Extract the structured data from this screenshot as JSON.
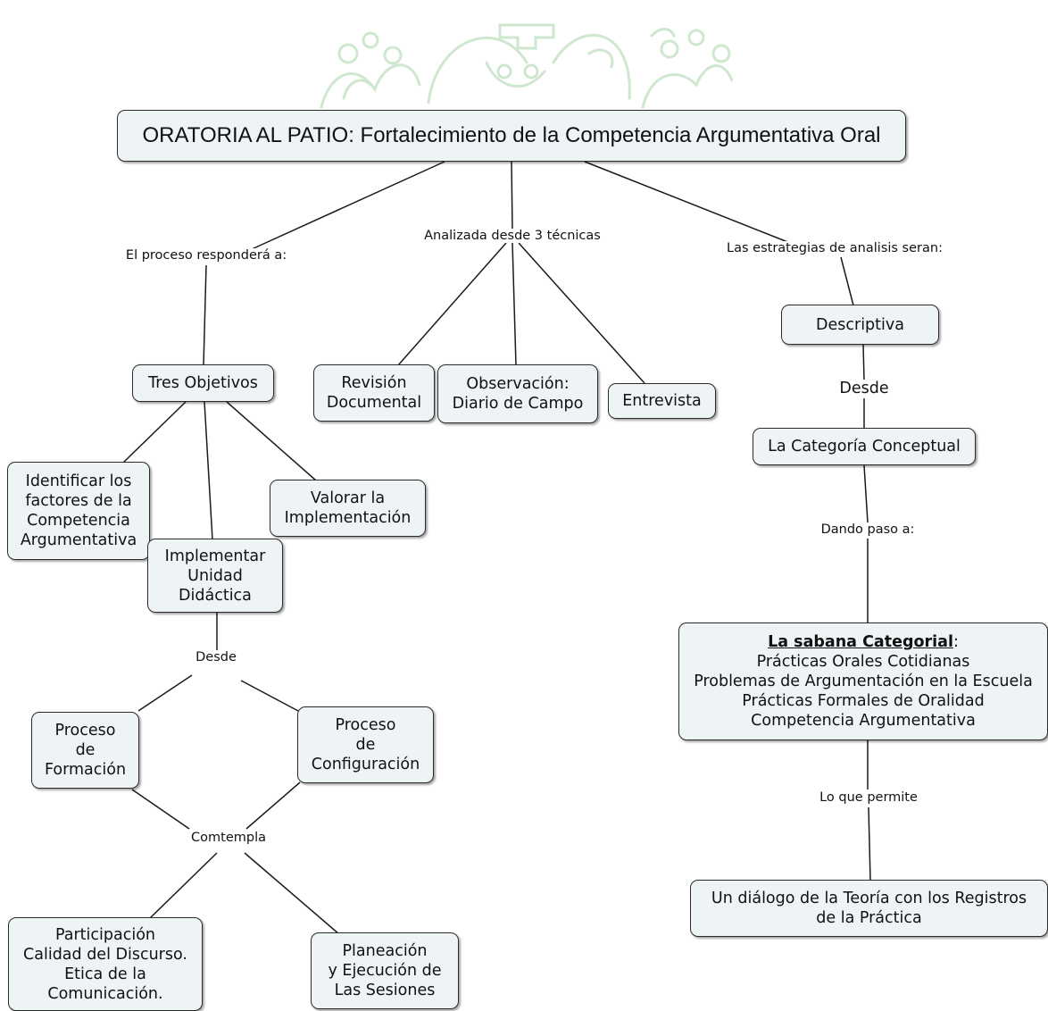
{
  "title": "ORATORIA AL PATIO: Fortalecimiento de la Competencia Argumentativa Oral",
  "links": {
    "proceso": "El proceso responderá a:",
    "analizada": "Analizada desde 3 técnicas",
    "estrategias": "Las estrategias de analisis seran:",
    "desde_right": "Desde",
    "dando_paso": "Dando paso a:",
    "lo_que_permite": "Lo que permite",
    "desde_left": "Desde",
    "comtempla": "Comtempla"
  },
  "nodes": {
    "tres_objetivos": "Tres Objetivos",
    "identificar": "Identificar los\nfactores de la\nCompetencia\nArgumentativa",
    "valorar": "Valorar la\nImplementación",
    "implementar": "Implementar\nUnidad\nDidáctica",
    "proceso_formacion": "Proceso\nde\nFormación",
    "proceso_configuracion": "Proceso\nde\nConfiguración",
    "participacion": "Participación\nCalidad del Discurso.\nEtica de la\nComunicación.",
    "planeacion": "Planeación\ny Ejecución de\nLas Sesiones",
    "revision": "Revisión\nDocumental",
    "observacion": "Observación:\nDiario de Campo",
    "entrevista": "Entrevista",
    "descriptiva": "Descriptiva",
    "categoria_conceptual": "La Categoría Conceptual",
    "sabana_title": "La sabana Categorial",
    "sabana_colon": ":",
    "sabana_items": [
      "Prácticas Orales Cotidianas",
      "Problemas de Argumentación en la Escuela",
      "Prácticas Formales de Oralidad",
      "Competencia Argumentativa"
    ],
    "dialogo": "Un diálogo de la Teoría con los Registros\nde la Práctica"
  },
  "colors": {
    "node_fill": "#eef3f5",
    "border": "#2b2b2b",
    "watermark": "#cfe6cf"
  }
}
